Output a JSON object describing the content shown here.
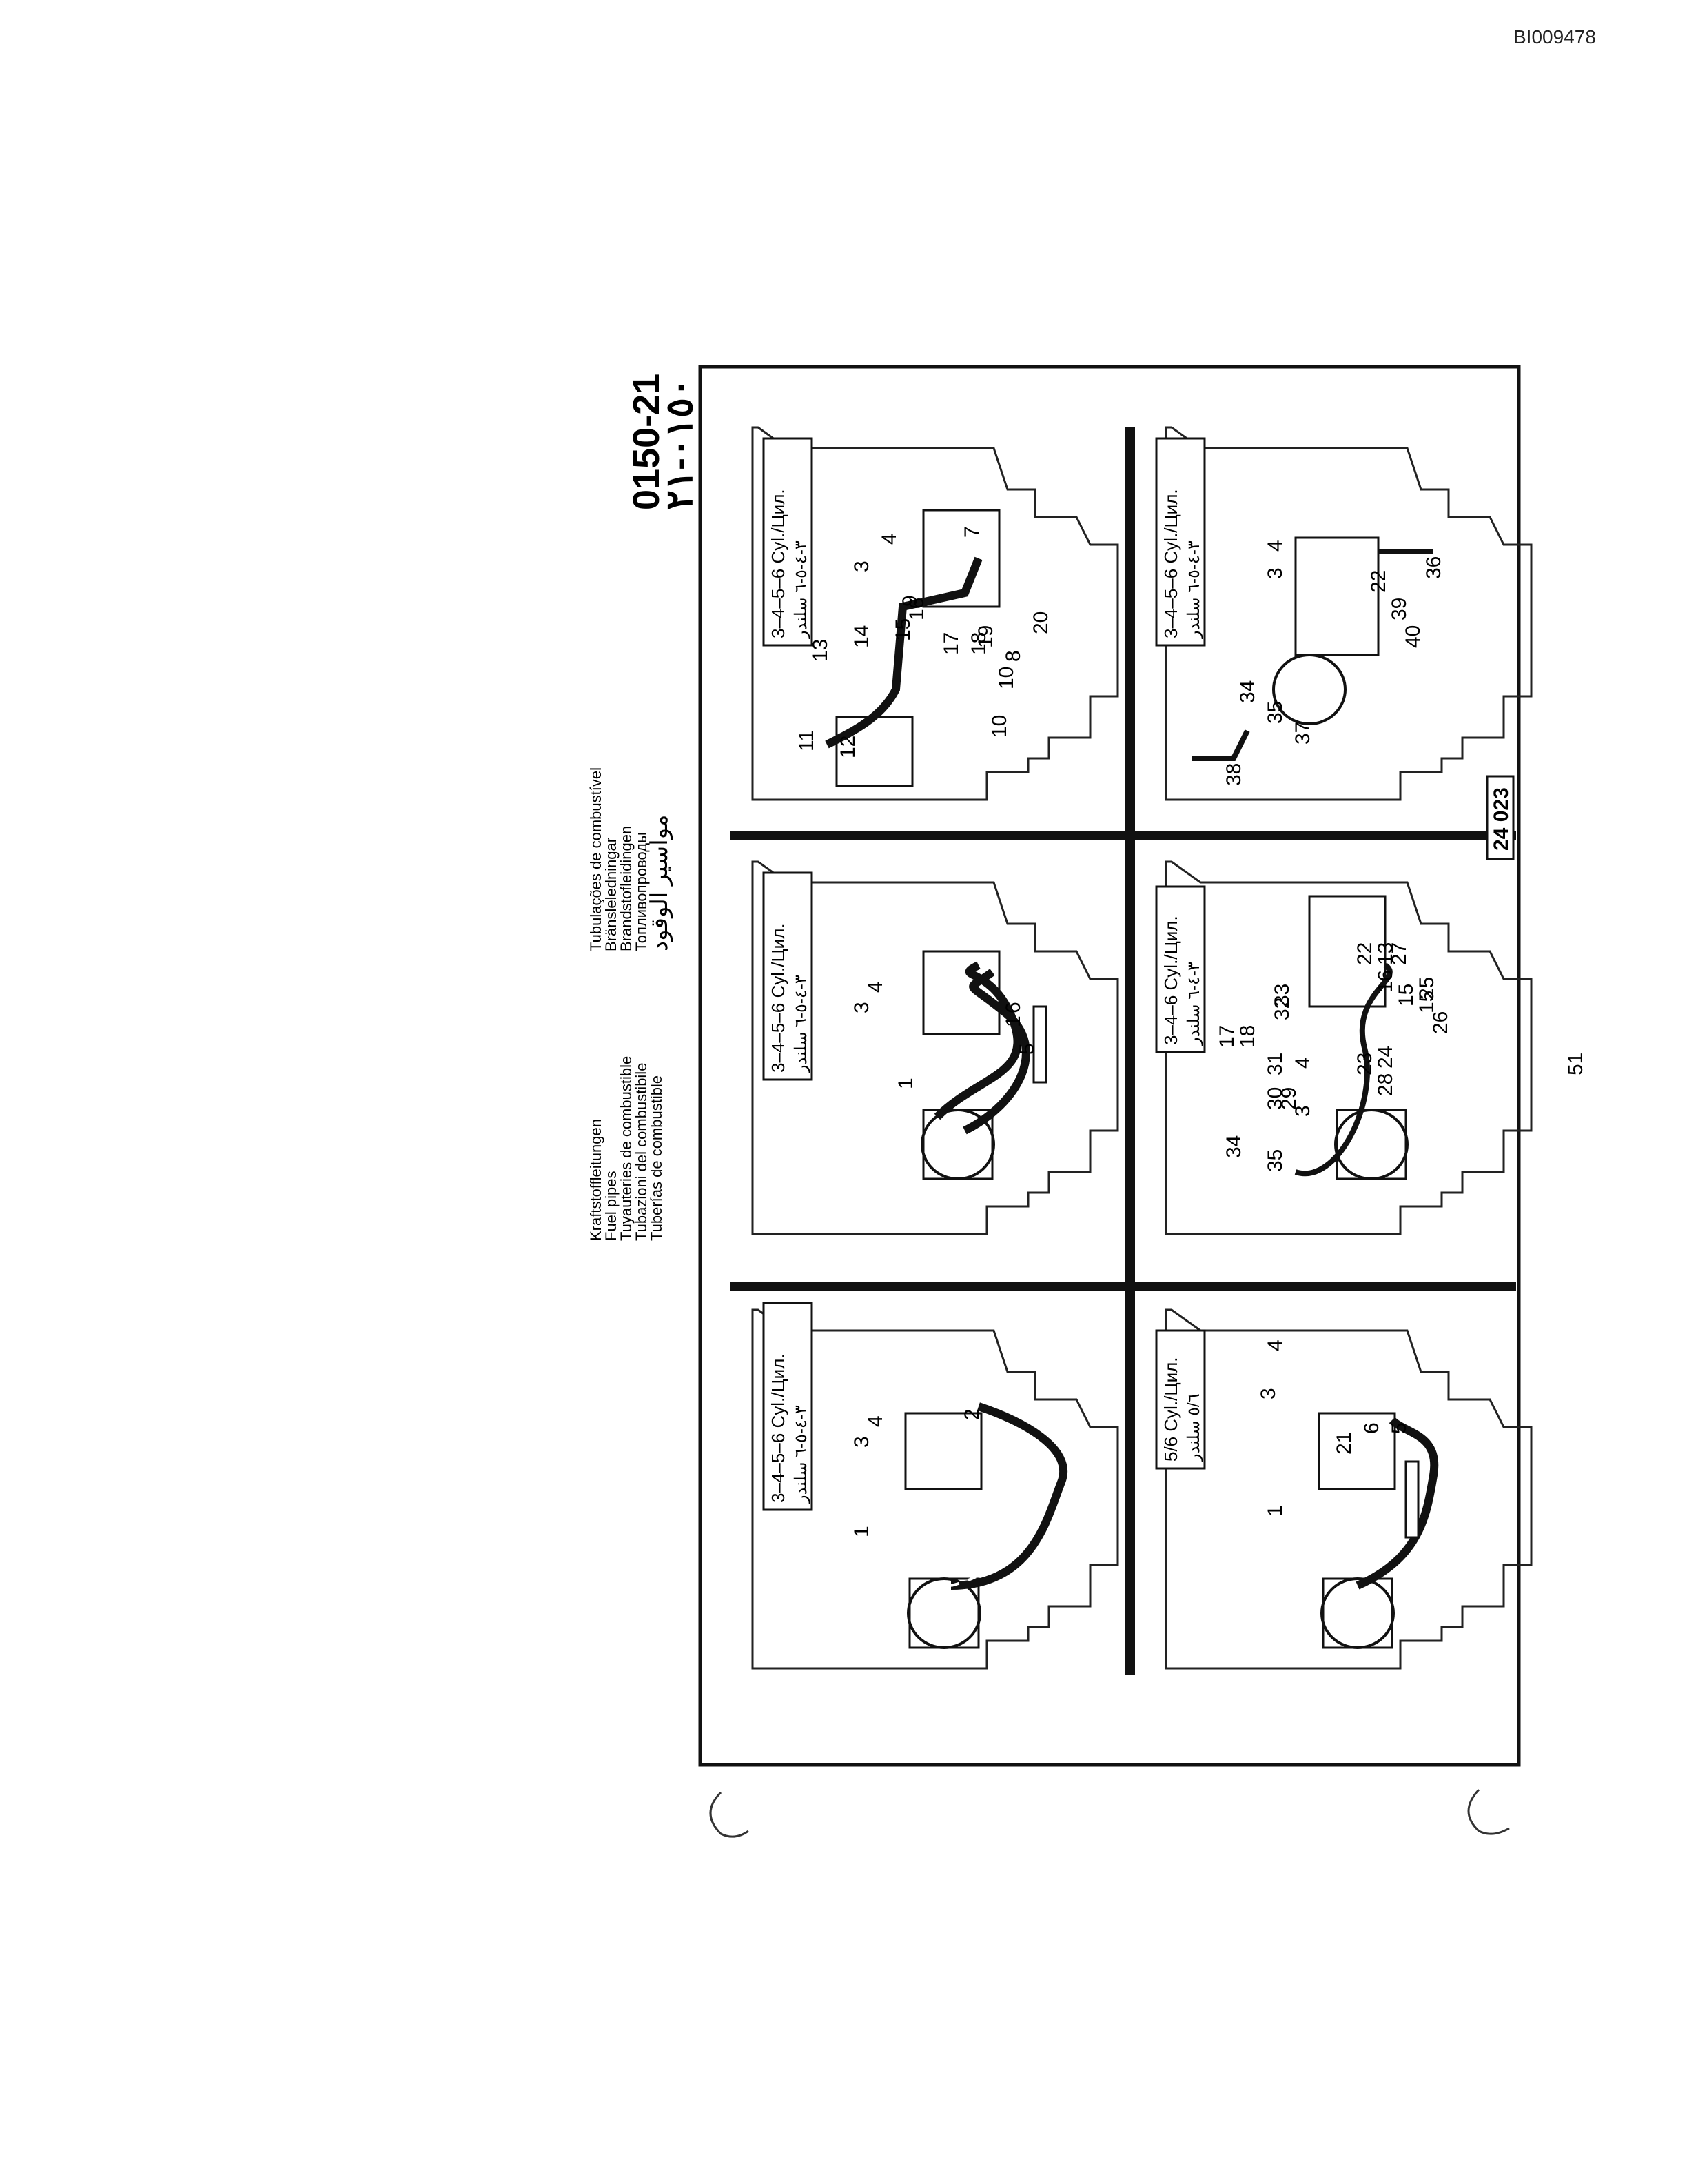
{
  "doc_id": "BI009478",
  "section_number": "0150-21",
  "section_number_arabic": "٠١٥٠-٢١",
  "titles_col1": [
    "Kraftstoffleitungen",
    "Fuel pipes",
    "Tuyauteries de combustible",
    "Tubazioni del combustibile",
    "Tuberías de combustible"
  ],
  "titles_col2": [
    "Tubulações de combustível",
    "Bränsleledningar",
    "Brandstofleidingen",
    "Топливопроводы"
  ],
  "arabic_title": "مواسير الوقود",
  "page_number": "51",
  "figure_ref": "24 023",
  "panels": [
    {
      "cyl_label": "3–4–5–6 Cyl./Цил.",
      "cyl_label_ar": "٣-٤-٥-٦ سلندر",
      "callouts": [
        "1",
        "2",
        "3",
        "4"
      ]
    },
    {
      "cyl_label": "3–4–5–6 Cyl./Цил.",
      "cyl_label_ar": "٣-٤-٥-٦ سلندر",
      "callouts": [
        "1",
        "1",
        "3",
        "4",
        "5",
        "6"
      ]
    },
    {
      "cyl_label": "3–4–5–6 Cyl./Цил.",
      "cyl_label_ar": "٣-٤-٥-٦ سلندر",
      "callouts": [
        "3",
        "4",
        "7",
        "8",
        "9",
        "10",
        "10",
        "11",
        "12",
        "13",
        "14",
        "15",
        "16",
        "17",
        "18",
        "19",
        "20"
      ]
    },
    {
      "cyl_label": "5/6 Cyl./Цил.",
      "cyl_label_ar": "٥/٦ سلندر",
      "callouts": [
        "1",
        "3",
        "4",
        "5",
        "6",
        "21"
      ]
    },
    {
      "cyl_label": "3–4–6 Cyl./Цил.",
      "cyl_label_ar": "٣-٤-٦ سلندر",
      "callouts": [
        "3",
        "4",
        "13",
        "15",
        "15",
        "16",
        "17",
        "18",
        "22",
        "23",
        "24",
        "25",
        "26",
        "27",
        "28",
        "29",
        "30",
        "31",
        "32",
        "33",
        "34",
        "35"
      ]
    },
    {
      "cyl_label": "3–4–5–6 Cyl./Цил.",
      "cyl_label_ar": "٣-٤-٥-٦ سلندر",
      "callouts": [
        "3",
        "4",
        "22",
        "34",
        "35",
        "36",
        "37",
        "38",
        "39",
        "40"
      ]
    }
  ]
}
